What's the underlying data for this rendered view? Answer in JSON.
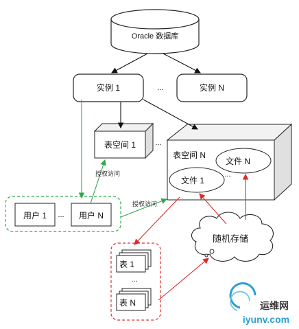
{
  "nodes": {
    "database": "Oracle 数据库",
    "instance1": "实例 1",
    "instance_dots": "...",
    "instanceN": "实例 N",
    "tablespace1": "表空间 1",
    "tablespace_dots": "...",
    "tablespaceN": "表空间 N",
    "file1": "文件 1",
    "fileN": "文件 N",
    "file_dots": "...",
    "user1": "用户 1",
    "user_dots": "...",
    "userN": "用户 N",
    "table1": "表 1",
    "table_dots": "...",
    "tableN": "表 N",
    "storage": "随机存储"
  },
  "edges": {
    "grant_access_1": "授权访问",
    "grant_access_2": "授权访问"
  },
  "watermark": {
    "brand": "运维网",
    "site": "iyunv.com"
  },
  "colors": {
    "green": "#2eaa4a",
    "red": "#dd2a2a",
    "black": "#111111",
    "box_fill": "#ffffff",
    "gray_face": "#e6e6e6",
    "watermark_blue": "#2a9fd6"
  }
}
